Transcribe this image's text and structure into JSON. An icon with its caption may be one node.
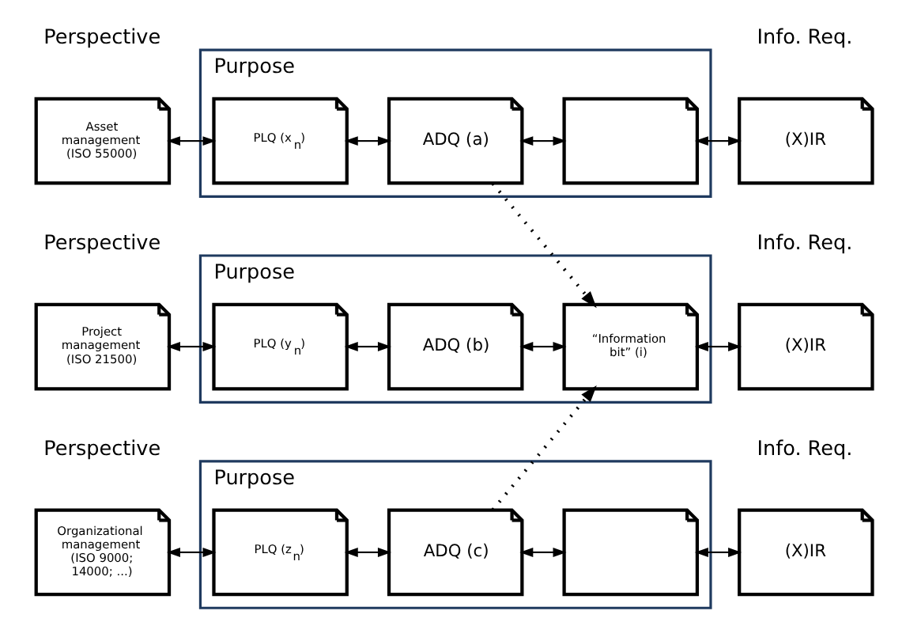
{
  "diagram": {
    "nodes": [
      {
        "text": [
          "Asset management (ISO 55000)"
        ]
      },
      {
        "text": [
          "Purpose"
        ]
      },
      {
        "text": [
          "PLQ (x$_{n}$)"
        ],
        "in": 1
      },
      {
        "text": [
          "ADQ (a)"
        ],
        "in": 1
      },
      {
        "text": [],
        "shape": "document",
        "in": 1
      },
      {
        "text": [
          "(X)IR"
        ]
      },
      {
        "text": [
          "Project management (ISO 21500)"
        ]
      },
      {
        "text": [
          "Purpose"
        ]
      },
      {
        "text": [
          "PLQ (y$_{n}$)"
        ],
        "in": 7
      },
      {
        "text": [
          "ADQ (b)"
        ],
        "in": 7
      },
      {
        "text": [
          "“Information bit” (i)"
        ],
        "in": 7
      },
      {
        "text": [
          "(X)IR"
        ]
      },
      {
        "text": [
          "Organizational management (ISO 9000; 14000; ...)"
        ]
      },
      {
        "text": [
          "Purpose"
        ]
      },
      {
        "text": [
          "PLQ (z$_{n}$)"
        ],
        "in": 13
      },
      {
        "text": [
          "ADQ (c)"
        ],
        "in": 13
      },
      {
        "text": [],
        "shape": "document",
        "in": 13
      },
      {
        "text": [
          "(X)IR"
        ]
      }
    ],
    "edges": [
      {
        "from": 0,
        "to": 2,
        "arrow": "both"
      },
      {
        "from": 2,
        "to": 3,
        "arrow": "both"
      },
      {
        "from": 3,
        "to": 4,
        "arrow": "both"
      },
      {
        "from": 4,
        "to": 5,
        "arrow": "both"
      },
      {
        "from": 3,
        "to": 10,
        "arrow": "to",
        "style": "dashed"
      },
      {
        "from": 6,
        "to": 8,
        "arrow": "both"
      },
      {
        "from": 8,
        "to": 9,
        "arrow": "both"
      },
      {
        "from": 9,
        "to": 10,
        "arrow": "both"
      },
      {
        "from": 10,
        "to": 11,
        "arrow": "both"
      },
      {
        "from": 15,
        "to": 10,
        "arrow": "to",
        "style": "dashed"
      },
      {
        "from": 12,
        "to": 14,
        "arrow": "both"
      },
      {
        "from": 14,
        "to": 15,
        "arrow": "both"
      },
      {
        "from": 15,
        "to": 16,
        "arrow": "both"
      },
      {
        "from": 16,
        "to": 17,
        "arrow": "both"
      }
    ],
    "labels": [
      "Perspective",
      "Info. Req.",
      "Perspective",
      "Info. Req.",
      "Perspective",
      "Info. Req."
    ]
  }
}
